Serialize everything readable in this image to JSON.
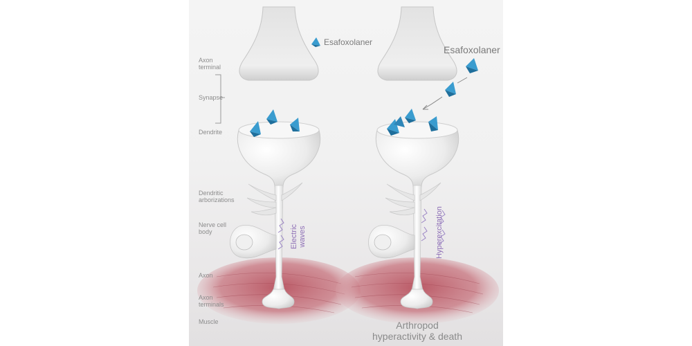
{
  "side_labels": {
    "axon_terminal": "Axon\nterminal",
    "synapse": "Synapse",
    "dendrite": "Dendrite",
    "dendritic_arborizations": "Dendritic\narborizations",
    "nerve_cell_body": "Nerve cell\nbody",
    "axon": "Axon",
    "axon_terminals": "Axon\nterminals",
    "muscle": "Muscle"
  },
  "legend": {
    "label": "Esafoxolaner"
  },
  "right_title": "Esafoxolaner",
  "left_annotation": "Electric\nwaves",
  "right_annotation": "Hyperexcitation",
  "caption": "Arthropod\nhyperactivity & death",
  "colors": {
    "pyramid": "#3a9ccf",
    "pyramid_dark": "#1f6f9c",
    "wave": "#9a84c4",
    "muscle": "#b8525f"
  }
}
